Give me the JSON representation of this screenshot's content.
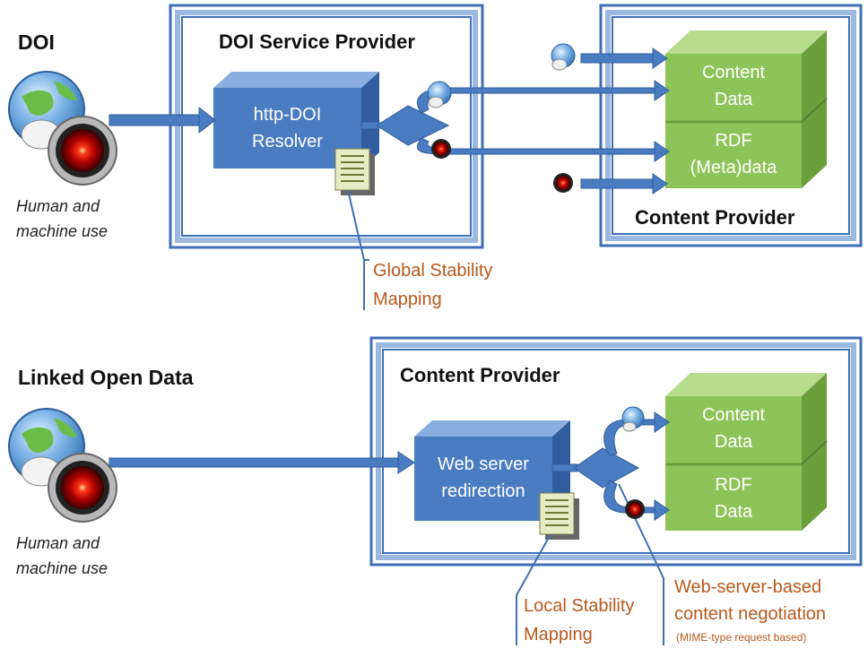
{
  "colors": {
    "frame": "#3f6fb5",
    "frame_light": "#dce8f7",
    "resolver_blue": "#4a7cc2",
    "green_box": "#8dc45a",
    "arrow": "#4a7cc2",
    "annotation": "#b8581c"
  },
  "top": {
    "section_label": "DOI",
    "user_caption_line1": "Human and",
    "user_caption_line2": "machine use",
    "service_provider_title": "DOI Service Provider",
    "resolver_line1": "http-DOI",
    "resolver_line2": "Resolver",
    "content_top_line1": "Content",
    "content_top_line2": "Data",
    "content_bottom_line1": "RDF",
    "content_bottom_line2": "(Meta)data",
    "content_provider_title": "Content Provider",
    "mapping_line1": "Global Stability",
    "mapping_line2": "Mapping"
  },
  "bottom": {
    "section_label": "Linked Open Data",
    "user_caption_line1": "Human and",
    "user_caption_line2": "machine use",
    "content_provider_title": "Content Provider",
    "server_line1": "Web server",
    "server_line2": "redirection",
    "content_top_line1": "Content",
    "content_top_line2": "Data",
    "content_bottom_line1": "RDF",
    "content_bottom_line2": "Data",
    "mapping_line1": "Local Stability",
    "mapping_line2": "Mapping",
    "negotiation_line1": "Web-server-based",
    "negotiation_line2": "content negotiation",
    "negotiation_note": "(MIME-type request based)"
  },
  "icons": [
    "web-browser-icon",
    "machine-eye-icon",
    "document-icon"
  ]
}
